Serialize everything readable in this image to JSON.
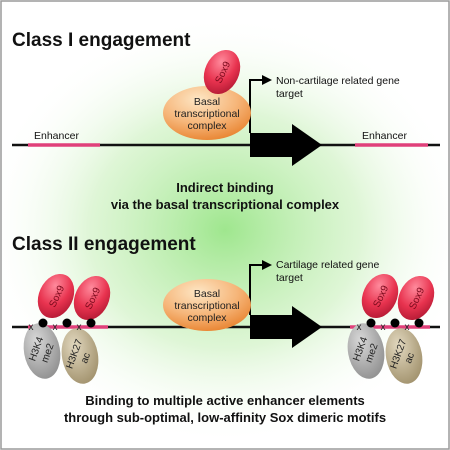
{
  "class1": {
    "title": "Class I engagement",
    "protein": "Sox9",
    "complex_line1": "Basal",
    "complex_line2": "transcriptional",
    "complex_line3": "complex",
    "target_line1": "Non-cartilage related gene",
    "target_line2": "target",
    "enhancer_left": "Enhancer",
    "enhancer_right": "Enhancer",
    "caption_line1": "Indirect binding",
    "caption_line2": "via the basal transcriptional complex"
  },
  "class2": {
    "title": "Class II engagement",
    "protein": "Sox9",
    "complex_line1": "Basal",
    "complex_line2": "transcriptional",
    "complex_line3": "complex",
    "target_line1": "Cartilage related gene",
    "target_line2": "target",
    "nucleosome_mark": "x",
    "histone_a_line1": "H3K4",
    "histone_a_line2": "me2",
    "histone_b_line1": "H3K27",
    "histone_b_line2": "ac",
    "caption_line1": "Binding to multiple active enhancer elements",
    "caption_line2": "through sub-optimal, low-affinity Sox dimeric motifs"
  },
  "colors": {
    "sox9": "#e8334f",
    "complex": "#f08a3a",
    "enhancer": "#e0407a",
    "histone_a": "#9a9a9a",
    "histone_b": "#a89a78",
    "glow": "#8ee27a"
  }
}
